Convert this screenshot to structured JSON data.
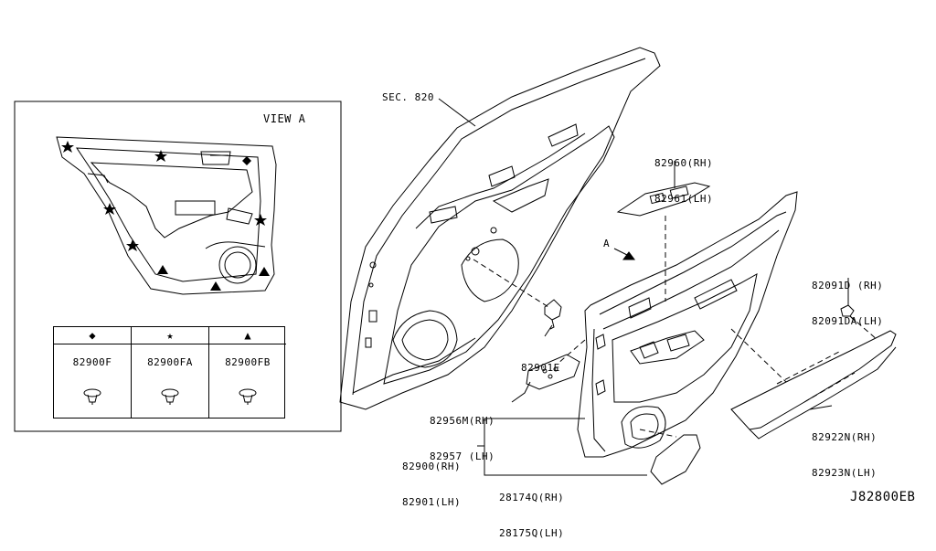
{
  "view_label": "VIEW A",
  "arrow_label": "A",
  "section_ref": "SEC. 820",
  "fasteners": [
    {
      "symbol": "◆",
      "part": "82900F"
    },
    {
      "symbol": "★",
      "part": "82900FA"
    },
    {
      "symbol": "▲",
      "part": "82900FB"
    }
  ],
  "parts": {
    "p82960": [
      "82960(RH)",
      "82961(LH)"
    ],
    "p82091": [
      "82091D (RH)",
      "82091DA(LH)"
    ],
    "p82901E": [
      "82901E"
    ],
    "p82956": [
      "82956M(RH)",
      "82957 (LH)"
    ],
    "p82922": [
      "82922N(RH)",
      "82923N(LH)"
    ],
    "p82900": [
      "82900(RH)",
      "82901(LH)"
    ],
    "p28174": [
      "28174Q(RH)",
      "28175Q(LH)"
    ]
  },
  "diagram_id": "J82800EB"
}
